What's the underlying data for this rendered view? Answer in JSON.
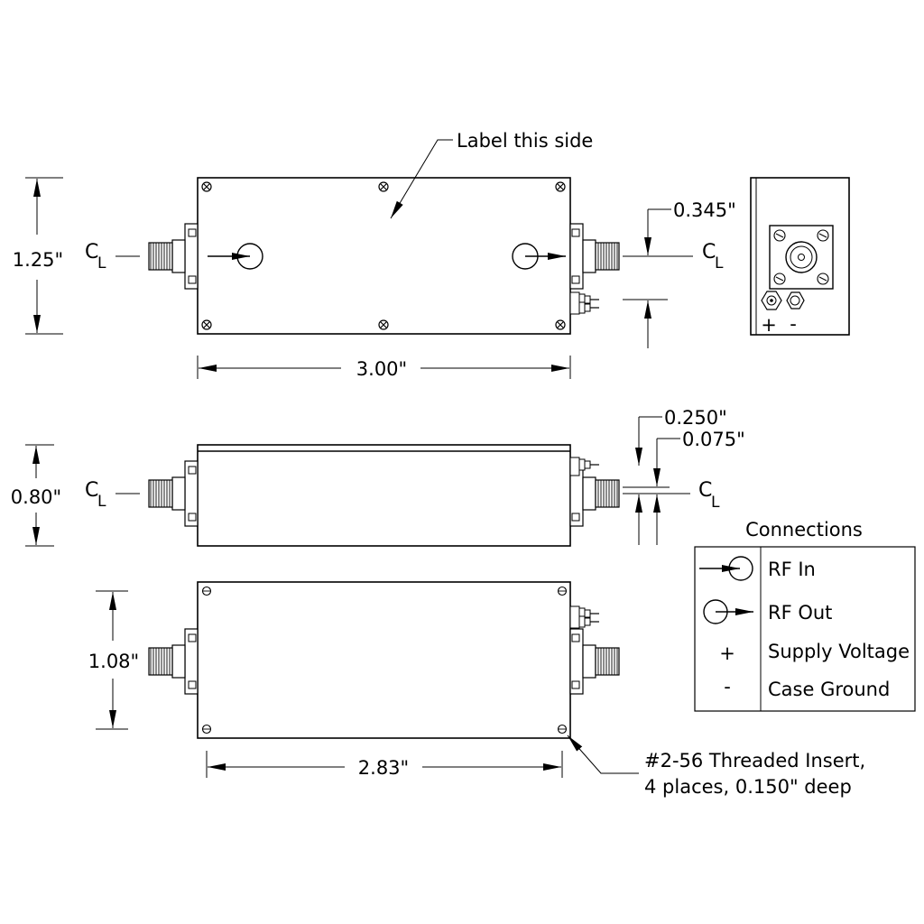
{
  "labels": {
    "label_this_side": "Label this side",
    "centerline_c": "C",
    "centerline_l": "L"
  },
  "dimensions": {
    "top_height": "1.25\"",
    "top_width": "3.00\"",
    "connector_offset": "0.345\"",
    "side_height": "0.80\"",
    "side_offset_a": "0.250\"",
    "side_offset_b": "0.075\"",
    "bottom_height": "1.08\"",
    "bottom_width": "2.83\""
  },
  "insert_note": {
    "line1": "#2-56 Threaded Insert,",
    "line2": "4 places, 0.150\" deep"
  },
  "end_view": {
    "plus": "+",
    "minus": "-"
  },
  "connections": {
    "title": "Connections",
    "rows": [
      {
        "symbol": "rf-in",
        "label": "RF In"
      },
      {
        "symbol": "rf-out",
        "label": "RF Out"
      },
      {
        "symbol": "+",
        "label": "Supply Voltage"
      },
      {
        "symbol": "-",
        "label": "Case Ground"
      }
    ]
  }
}
